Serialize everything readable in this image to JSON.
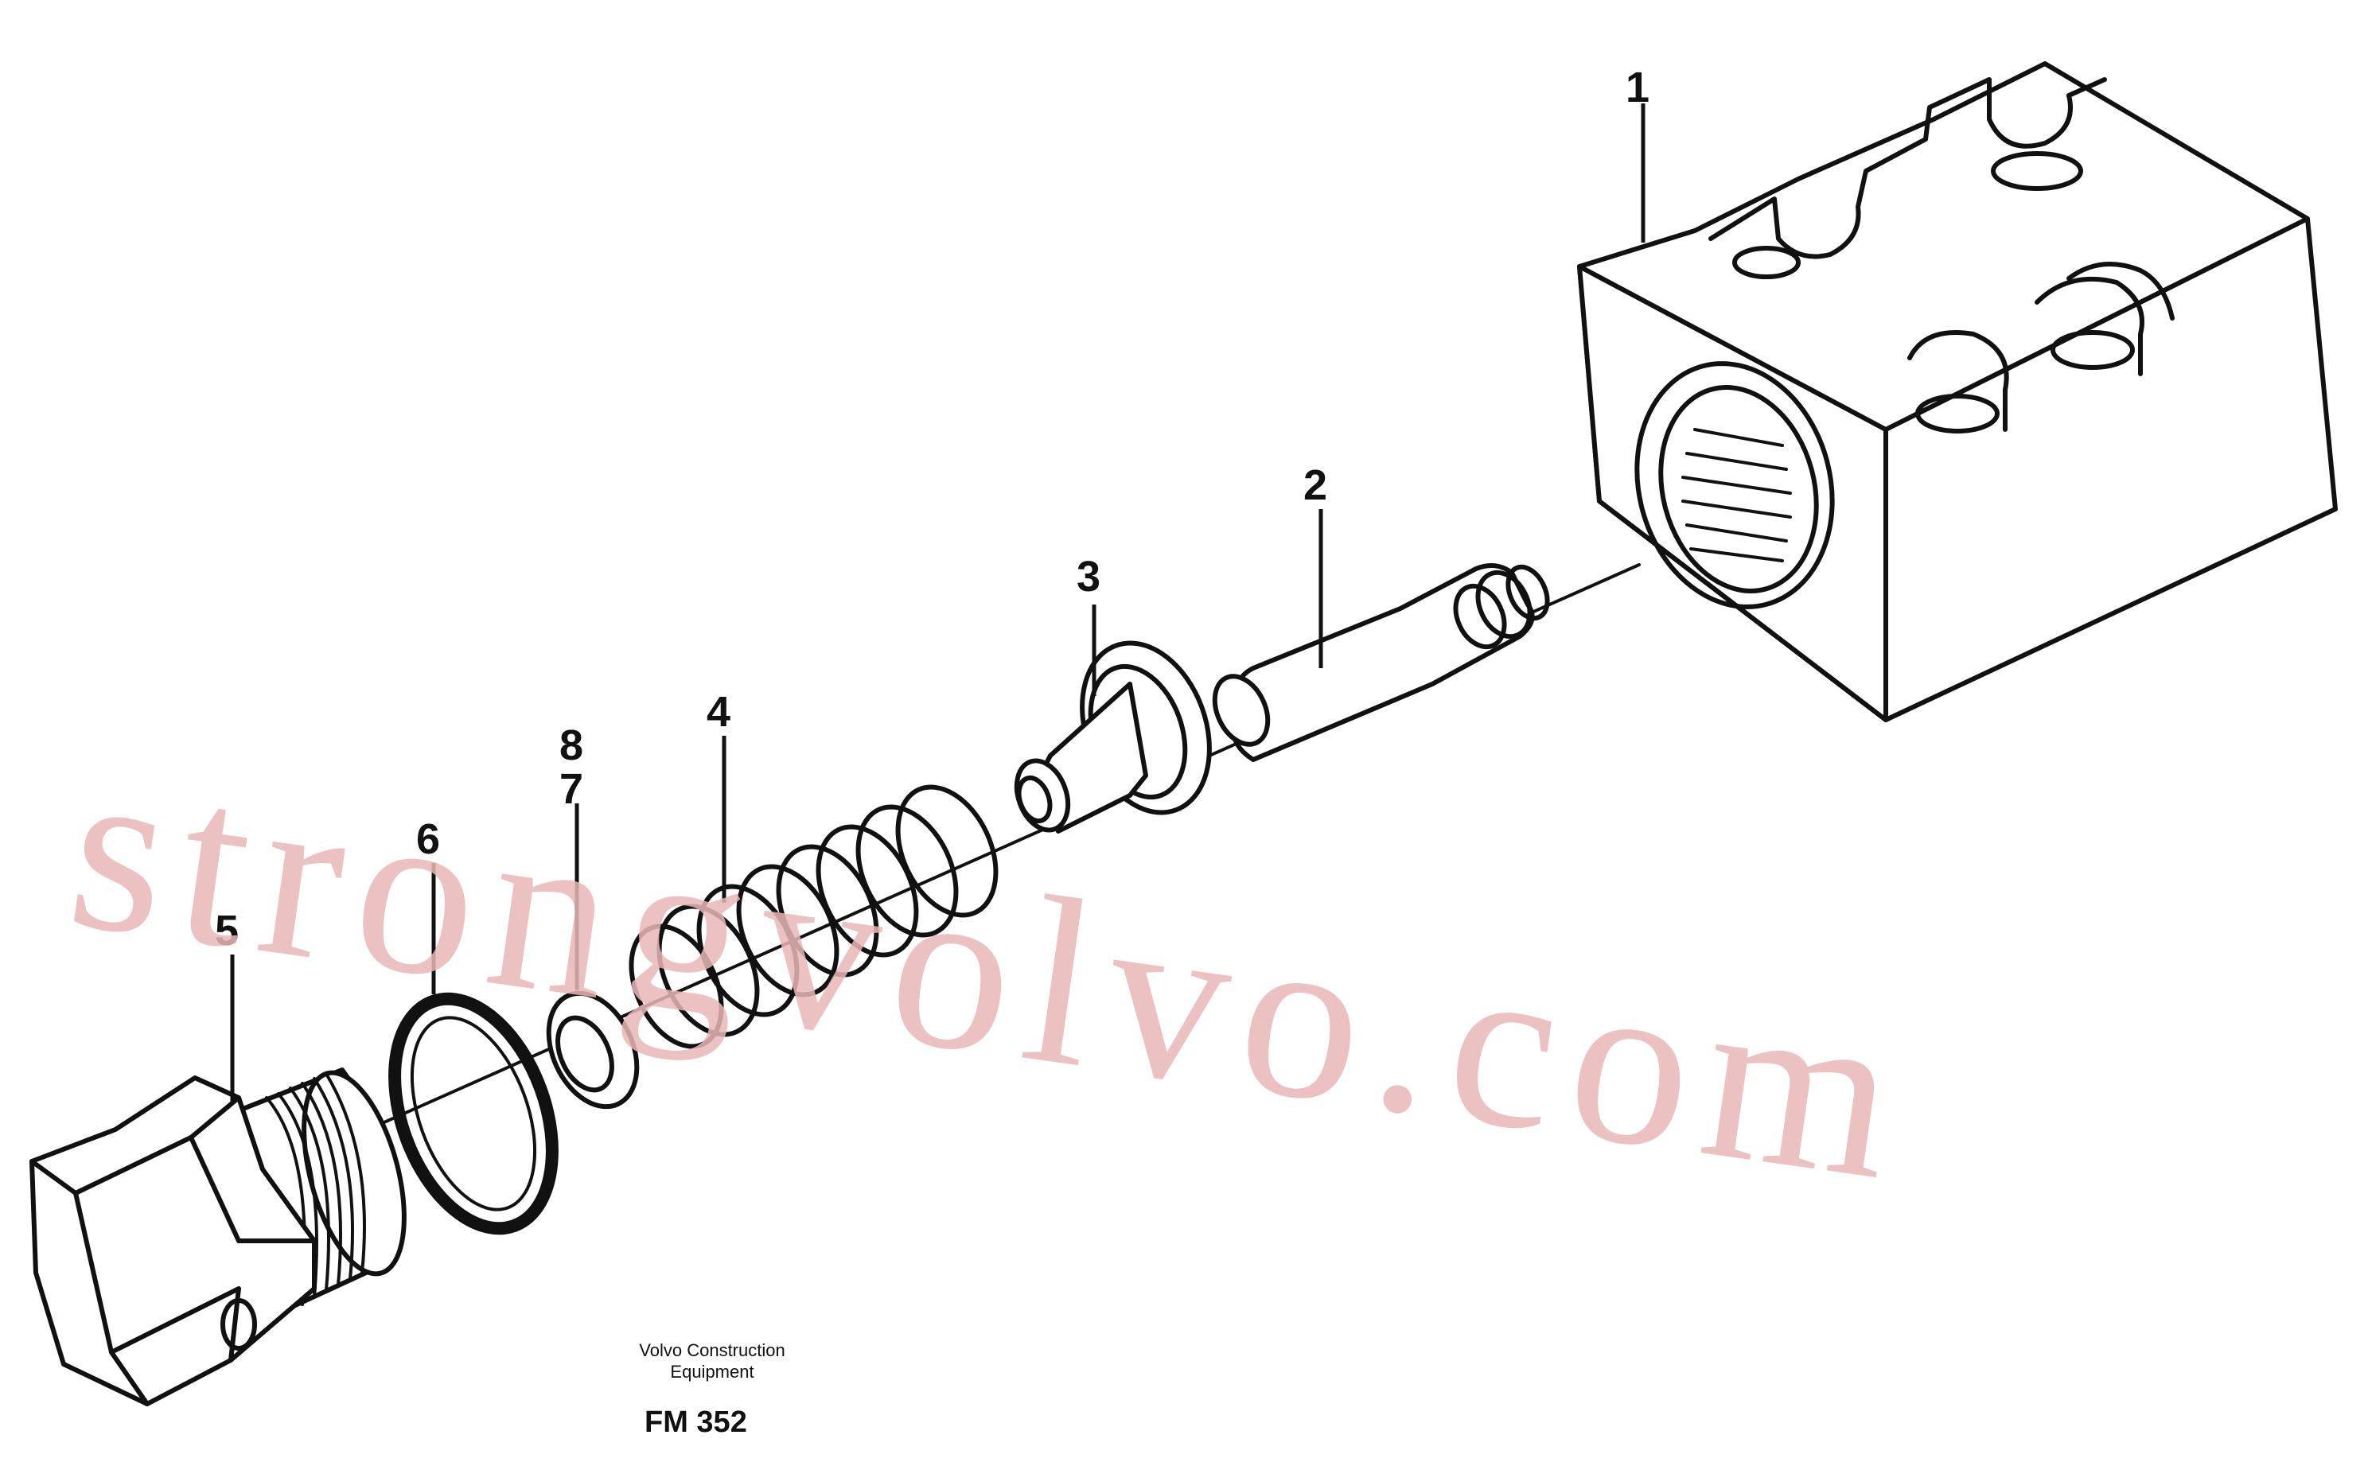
{
  "diagram": {
    "callouts": [
      {
        "id": "1",
        "label": "1"
      },
      {
        "id": "2",
        "label": "2"
      },
      {
        "id": "3",
        "label": "3"
      },
      {
        "id": "4",
        "label": "4"
      },
      {
        "id": "5",
        "label": "5"
      },
      {
        "id": "6",
        "label": "6"
      },
      {
        "id": "7",
        "label": "7"
      },
      {
        "id": "8",
        "label": "8"
      }
    ],
    "caption_line1": "Volvo Construction",
    "caption_line2": "Equipment",
    "figure_code": "FM 352"
  },
  "watermark": {
    "text": "strongvolvo.com",
    "color": "#e9b7b7"
  },
  "colors": {
    "line": "#111111",
    "background": "#ffffff"
  }
}
